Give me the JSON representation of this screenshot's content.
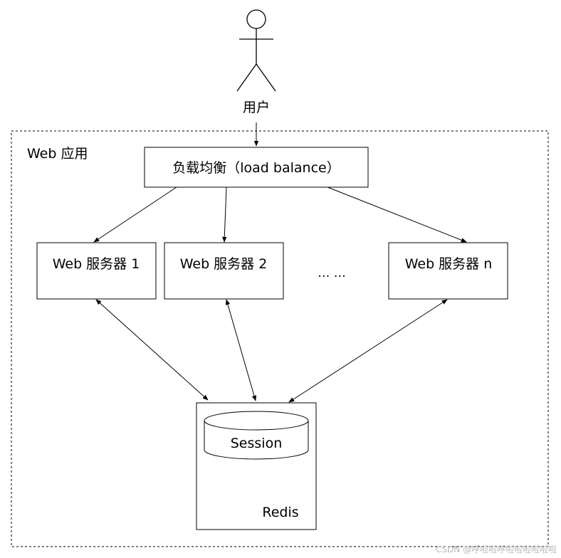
{
  "actor": {
    "label": "用户"
  },
  "container": {
    "label": "Web 应用"
  },
  "load_balancer": {
    "label": "负载均衡（load balance）"
  },
  "servers": [
    {
      "label": "Web 服务器 1"
    },
    {
      "label": "Web 服务器 2"
    },
    {
      "label": "Web 服务器 n"
    }
  ],
  "ellipsis": "… …",
  "session_store": {
    "label": "Session"
  },
  "redis": {
    "label": "Redis"
  },
  "watermark": "CSDN @呼啦啦呼啦啦啦啦啦啦",
  "colors": {
    "stroke": "#000000",
    "background": "#ffffff",
    "watermark": "#b8b8b8"
  }
}
